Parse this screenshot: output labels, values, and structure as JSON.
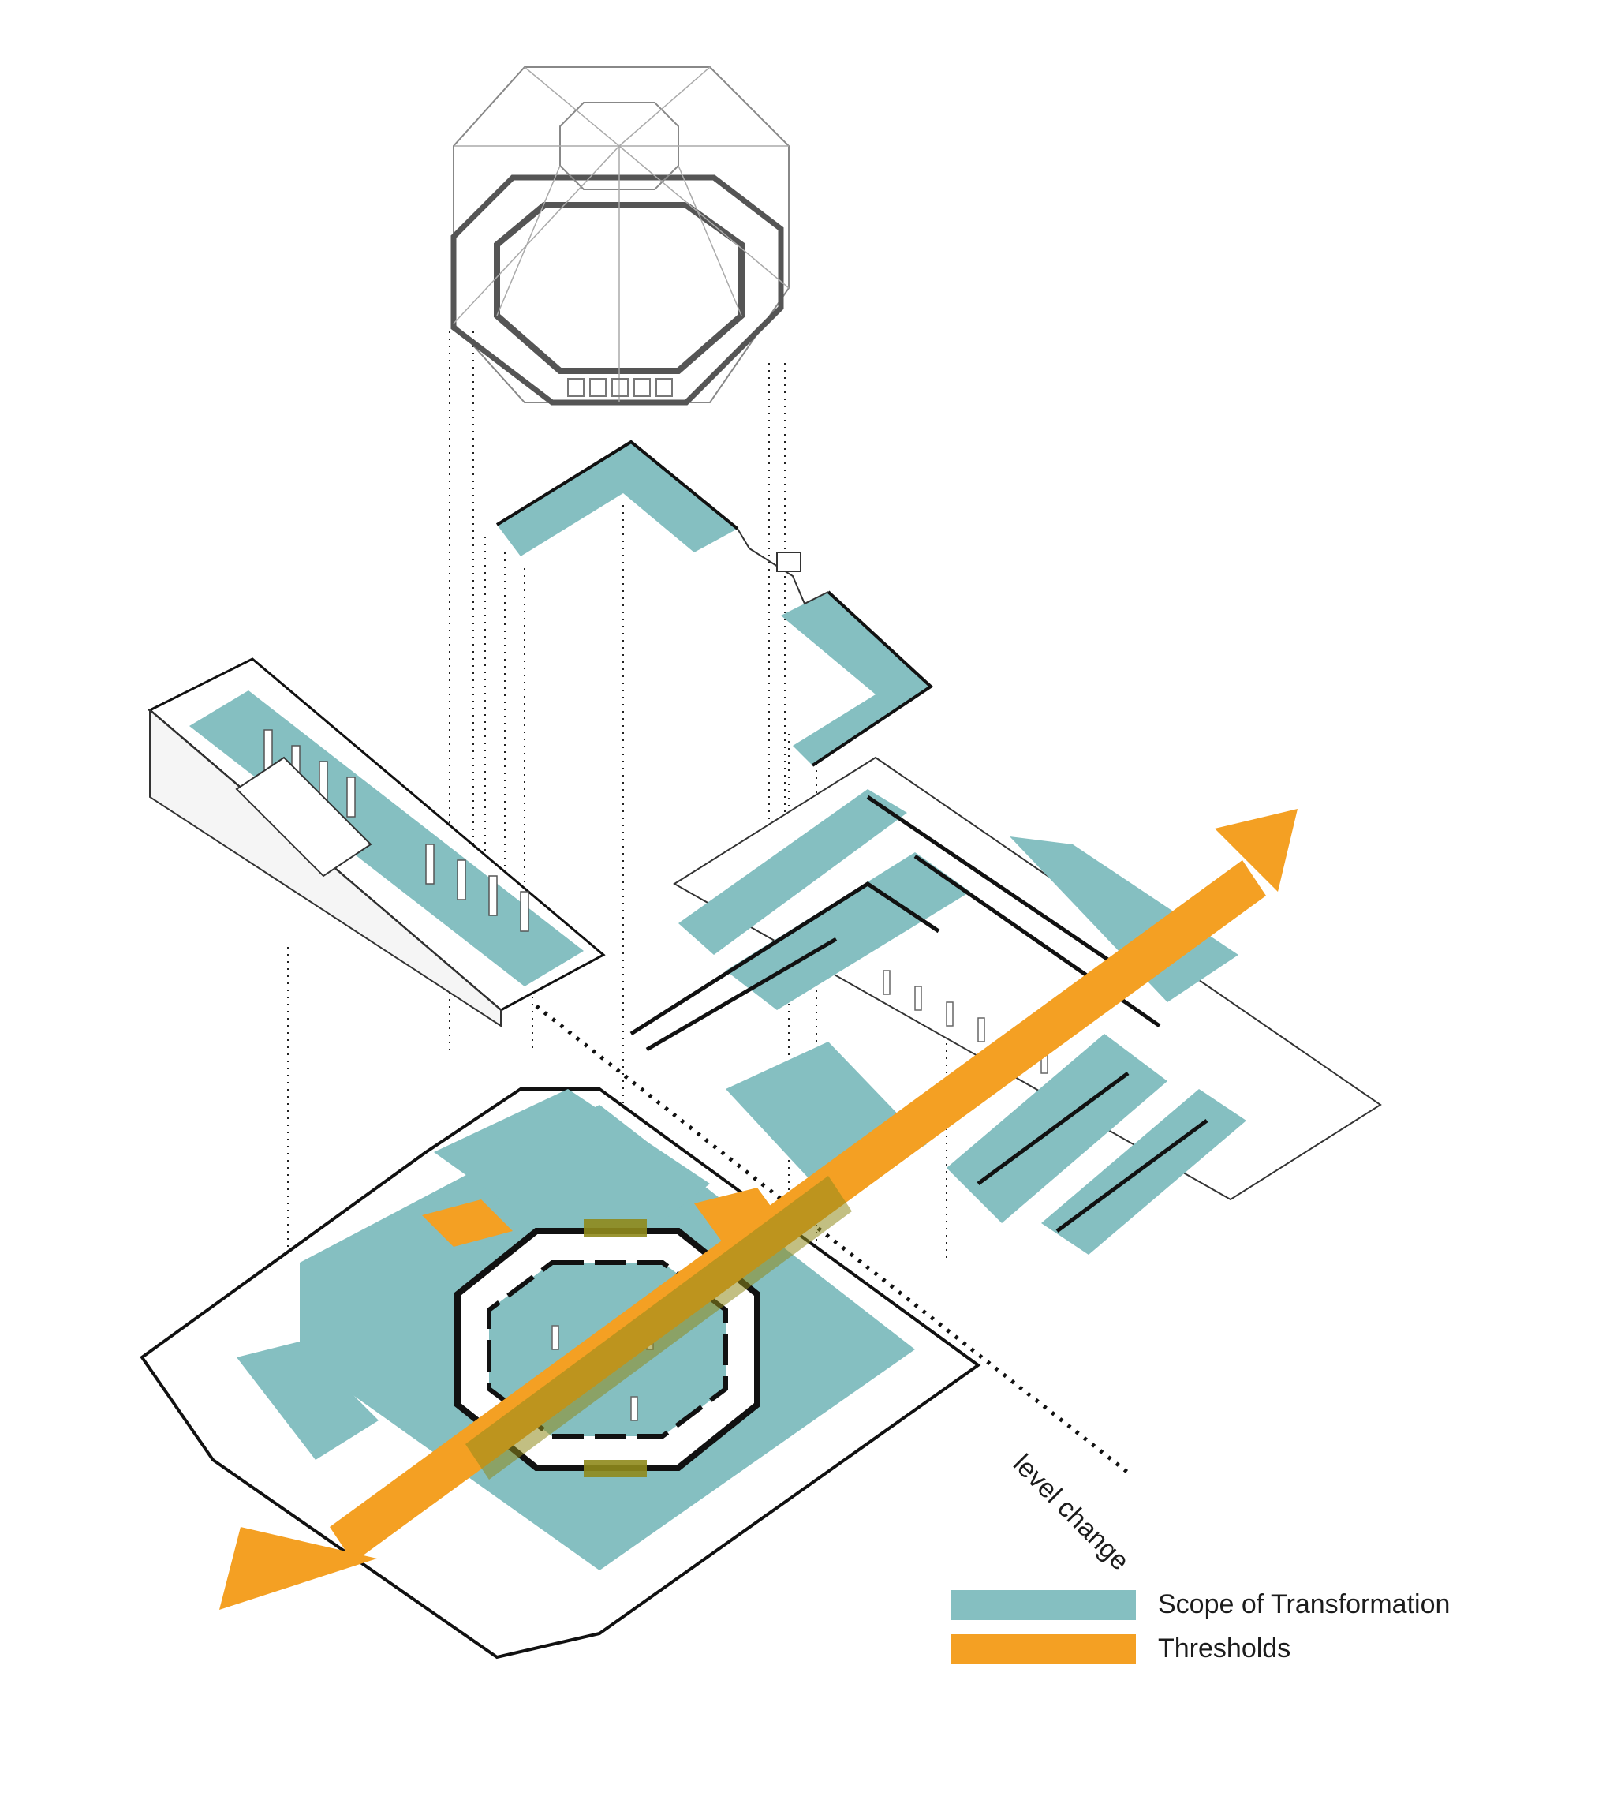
{
  "colors": {
    "scope": "#85bfc1",
    "threshold": "#f4a023",
    "overlap": "#8f8a1c",
    "line": "#111111",
    "thin_line": "#555555"
  },
  "annotations": {
    "level_change": "level change"
  },
  "legend": {
    "items": [
      {
        "label": "Scope of Transformation",
        "color_key": "scope"
      },
      {
        "label": "Thresholds",
        "color_key": "threshold"
      }
    ]
  }
}
